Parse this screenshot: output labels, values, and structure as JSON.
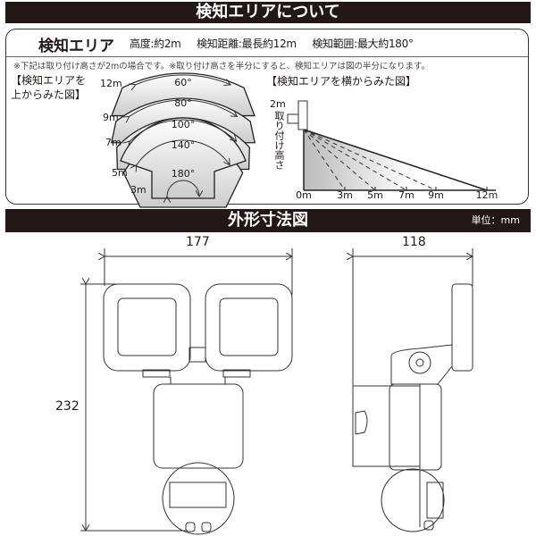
{
  "section1": {
    "title": "検知エリアについて",
    "area_title": "検知エリア",
    "specs": [
      "高度:約2m",
      "検知距離:最長約12m",
      "検知範囲:最大約180°"
    ],
    "note": "※下記は取り付け高さが2mの場合です。※取り付け高さを半分にすると、検知エリアは図の半分になります。",
    "top_view": {
      "label": "【検知エリアを上からみた図】",
      "bands": [
        {
          "distance": "12m",
          "angle": "60°"
        },
        {
          "distance": "9m",
          "angle": "80°"
        },
        {
          "distance": "7m",
          "angle": "100°"
        },
        {
          "distance": "5m",
          "angle": "140°"
        },
        {
          "distance": "3m",
          "angle": "180°"
        }
      ]
    },
    "side_view": {
      "label": "【検知エリアを横からみた図】",
      "height_label": "2m",
      "height_caption": "取り付け高さ",
      "distances": [
        "0m",
        "3m",
        "5m",
        "7m",
        "9m",
        "12m"
      ]
    }
  },
  "section2": {
    "title": "外形寸法図",
    "unit": "単位：mm",
    "width_front": "177",
    "height": "232",
    "depth_side": "118"
  }
}
